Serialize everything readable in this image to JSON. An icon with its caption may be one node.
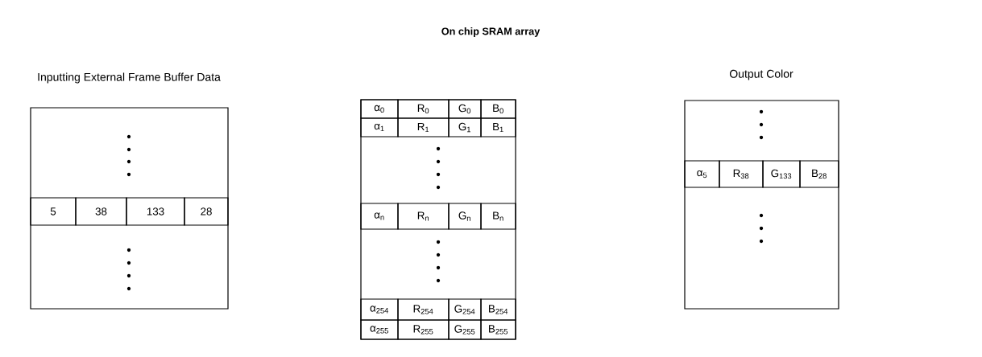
{
  "diagram": {
    "title": "On chip SRAM array",
    "nodes": [
      {
        "text": [
          "Inputting External Frame Buffer Data"
        ]
      },
      {
        "text": [
          "5"
        ],
        "in": 0
      },
      {
        "text": [
          "38"
        ],
        "in": 0
      },
      {
        "text": [
          "133"
        ],
        "in": 0
      },
      {
        "text": [
          "28"
        ],
        "in": 0
      },
      {
        "text": [],
        "shape": "box"
      },
      {
        "text": [
          "α$_{0}$"
        ],
        "in": 5
      },
      {
        "text": [
          "R$_{0}$"
        ],
        "in": 5
      },
      {
        "text": [
          "G$_{0}$"
        ],
        "in": 5
      },
      {
        "text": [
          "B$_{0}$"
        ],
        "in": 5
      },
      {
        "text": [
          "α$_{1}$"
        ],
        "in": 5
      },
      {
        "text": [
          "R$_{1}$"
        ],
        "in": 5
      },
      {
        "text": [
          "G$_{1}$"
        ],
        "in": 5
      },
      {
        "text": [
          "B$_{1}$"
        ],
        "in": 5
      },
      {
        "text": [
          "α$_{n}$"
        ],
        "in": 5
      },
      {
        "text": [
          "R$_{n}$"
        ],
        "in": 5
      },
      {
        "text": [
          "G$_{n}$"
        ],
        "in": 5
      },
      {
        "text": [
          "B$_{n}$"
        ],
        "in": 5
      },
      {
        "text": [
          "α$_{254}$"
        ],
        "in": 5
      },
      {
        "text": [
          "R$_{254}$"
        ],
        "in": 5
      },
      {
        "text": [
          "G$_{254}$"
        ],
        "in": 5
      },
      {
        "text": [
          "B$_{254}$"
        ],
        "in": 5
      },
      {
        "text": [
          "α$_{255}$"
        ],
        "in": 5
      },
      {
        "text": [
          "R$_{255}$"
        ],
        "in": 5
      },
      {
        "text": [
          "G$_{255}$"
        ],
        "in": 5
      },
      {
        "text": [
          "B$_{255}$"
        ],
        "in": 5
      },
      {
        "text": [
          "Output Color"
        ]
      },
      {
        "text": [
          "α$_{5}$"
        ],
        "in": 26
      },
      {
        "text": [
          "R$_{38}$"
        ],
        "in": 26
      },
      {
        "text": [
          "G$_{133}$"
        ],
        "in": 26
      },
      {
        "text": [
          "B$_{28}$"
        ],
        "in": 26
      }
    ]
  }
}
